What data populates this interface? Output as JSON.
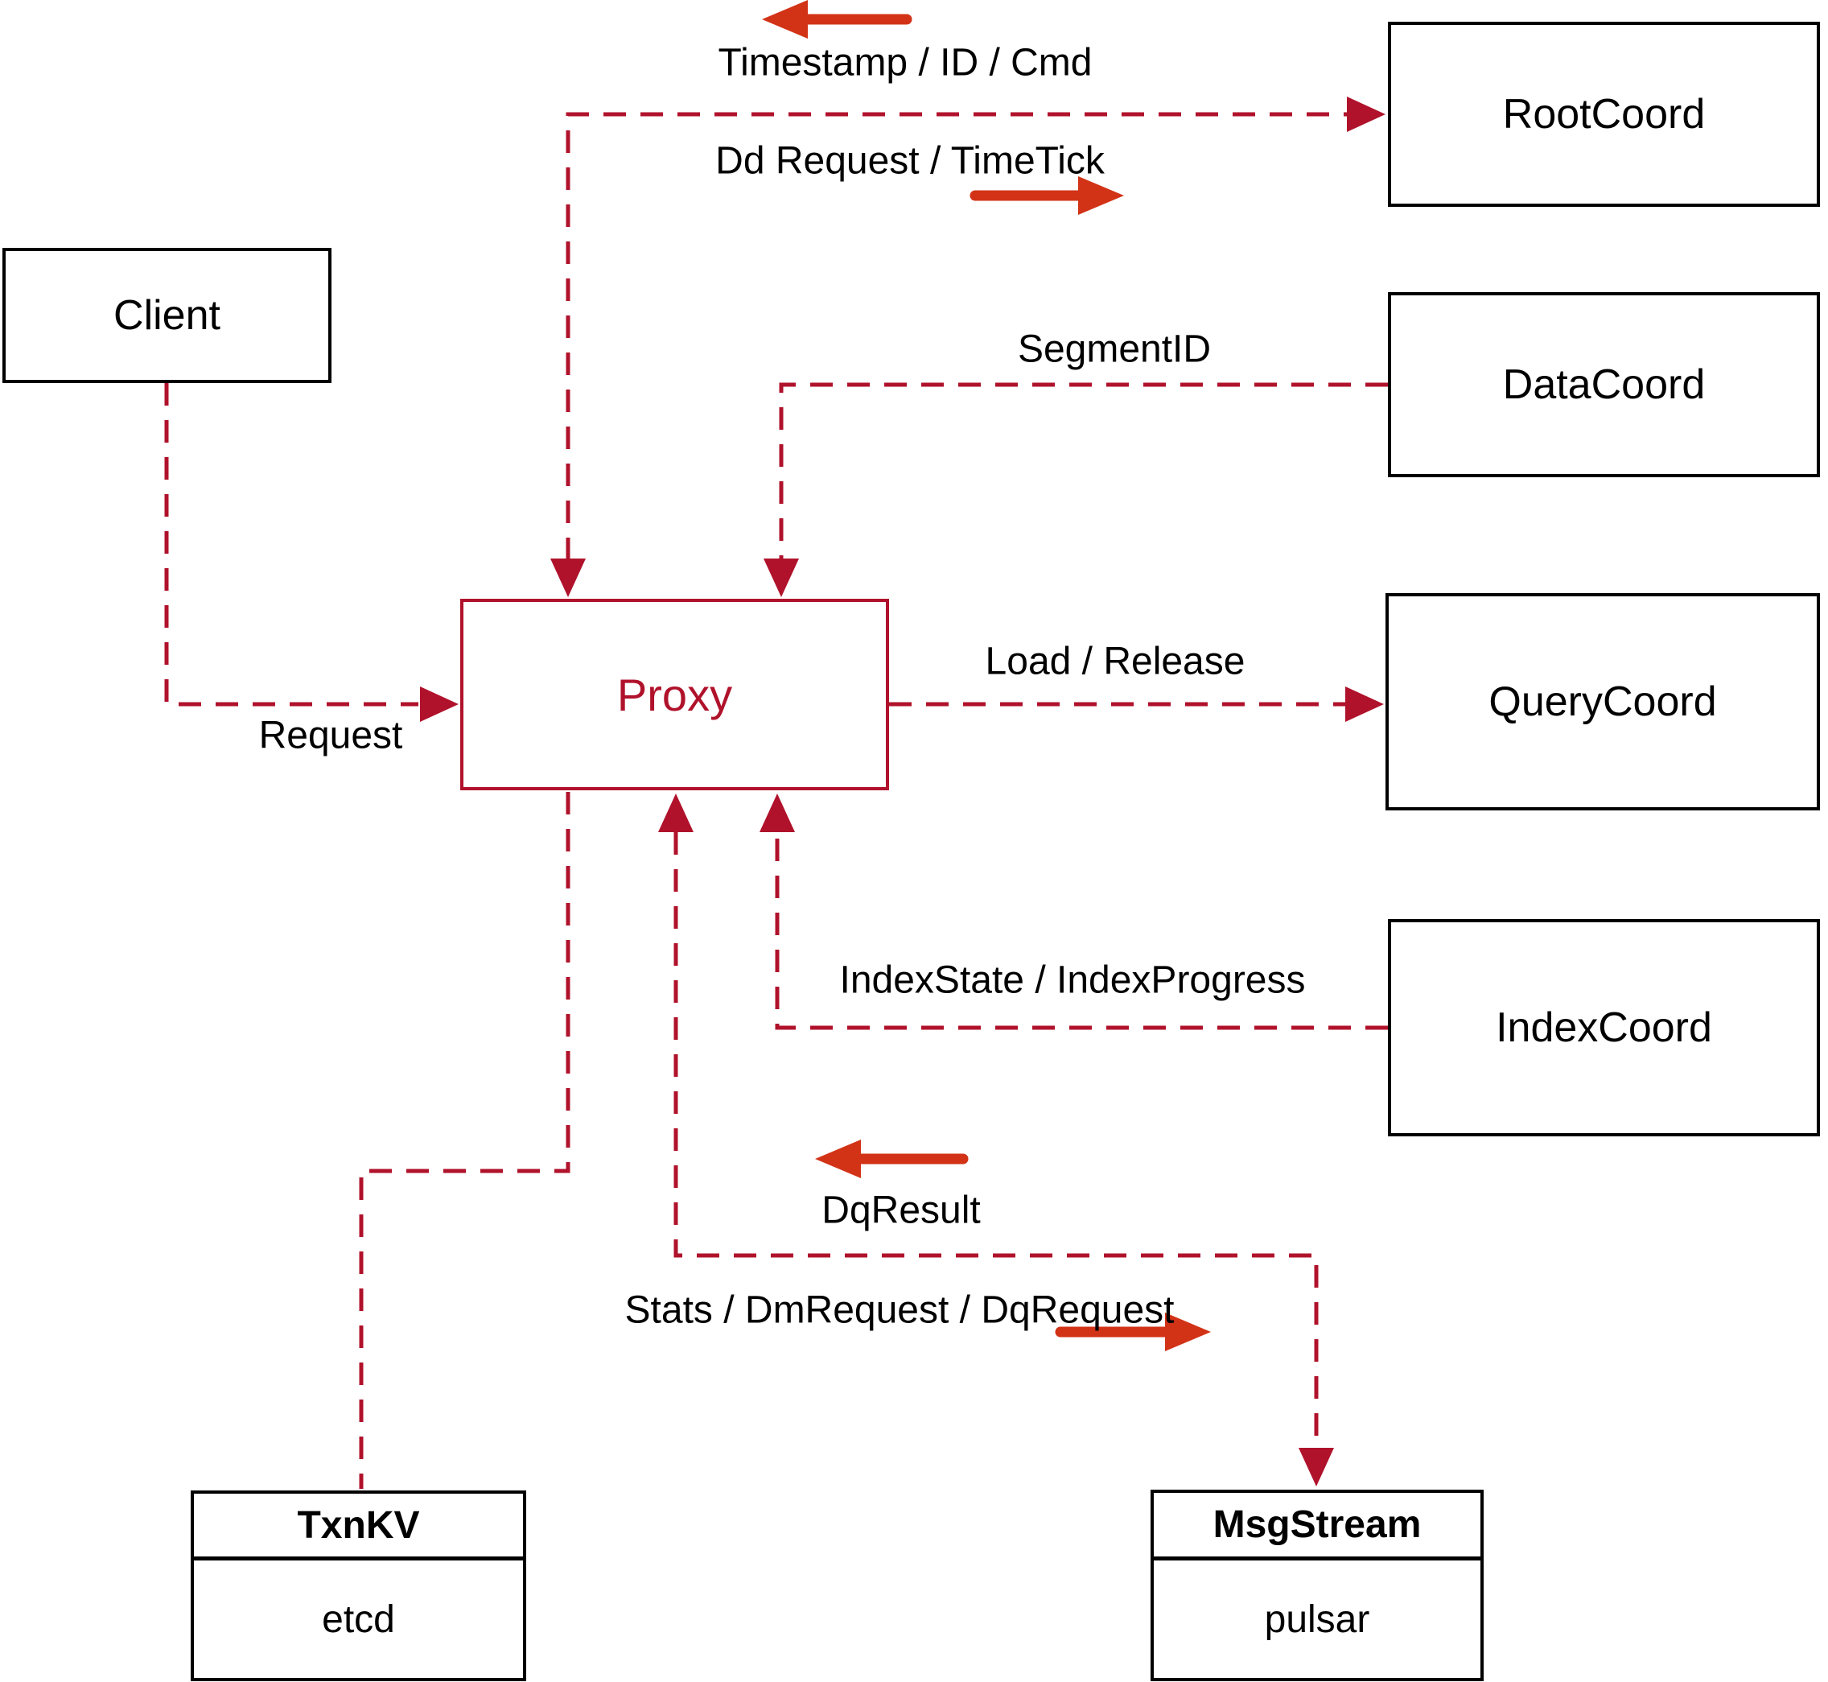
{
  "colors": {
    "background": "#ffffff",
    "line": "#b0122b",
    "arrow": "#d23317",
    "box_border": "#000000",
    "text": "#000000"
  },
  "nodes": {
    "client": {
      "label": "Client"
    },
    "rootcoord": {
      "label": "RootCoord"
    },
    "datacoord": {
      "label": "DataCoord"
    },
    "querycoord": {
      "label": "QueryCoord"
    },
    "indexcoord": {
      "label": "IndexCoord"
    },
    "proxy": {
      "label": "Proxy"
    },
    "txnkv": {
      "title": "TxnKV",
      "subtitle": "etcd"
    },
    "msgstream": {
      "title": "MsgStream",
      "subtitle": "pulsar"
    }
  },
  "edges": {
    "timestamp_id_cmd": "Timestamp / ID / Cmd",
    "dd_request_timetick": "Dd Request / TimeTick",
    "segment_id": "SegmentID",
    "request": "Request",
    "load_release": "Load / Release",
    "index_state_progress": "IndexState / IndexProgress",
    "dq_result": "DqResult",
    "stats_dm_dq": "Stats / DmRequest / DqRequest"
  }
}
